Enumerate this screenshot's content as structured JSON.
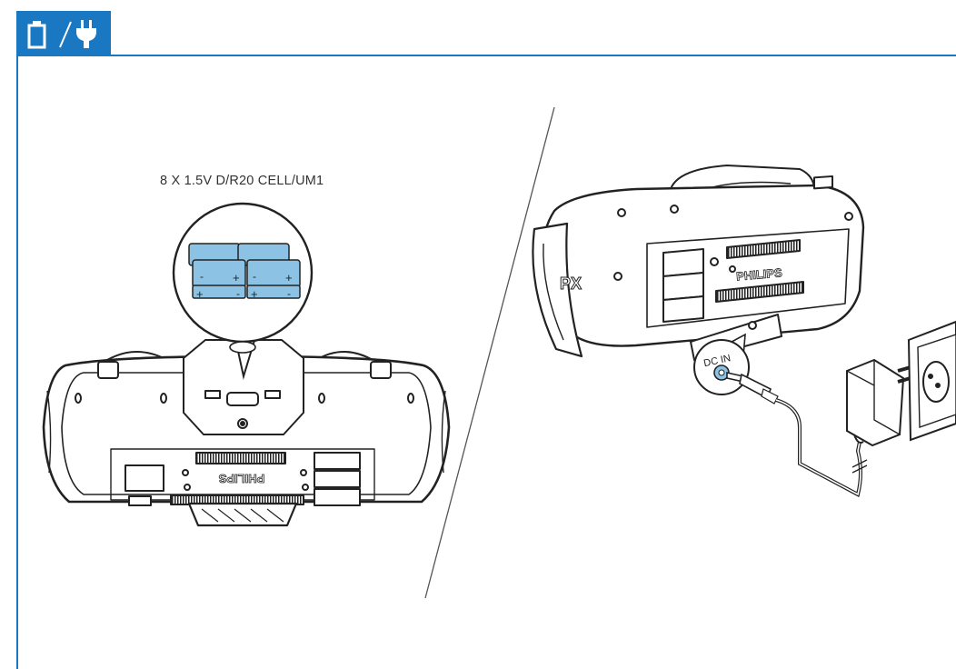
{
  "header": {
    "icons": [
      "battery-icon",
      "slash-divider",
      "power-plug-icon"
    ],
    "accent_color": "#1a78c2"
  },
  "battery_panel": {
    "caption": "8 X 1.5V D/R20 CELL/UM1",
    "device_brand_mirrored": "PHILIPS",
    "battery_fill_color": "#8cc3e4"
  },
  "power_panel": {
    "device_brand": "PHILIPS",
    "device_logo_partial": "PX",
    "dc_in_label": "DC IN"
  }
}
